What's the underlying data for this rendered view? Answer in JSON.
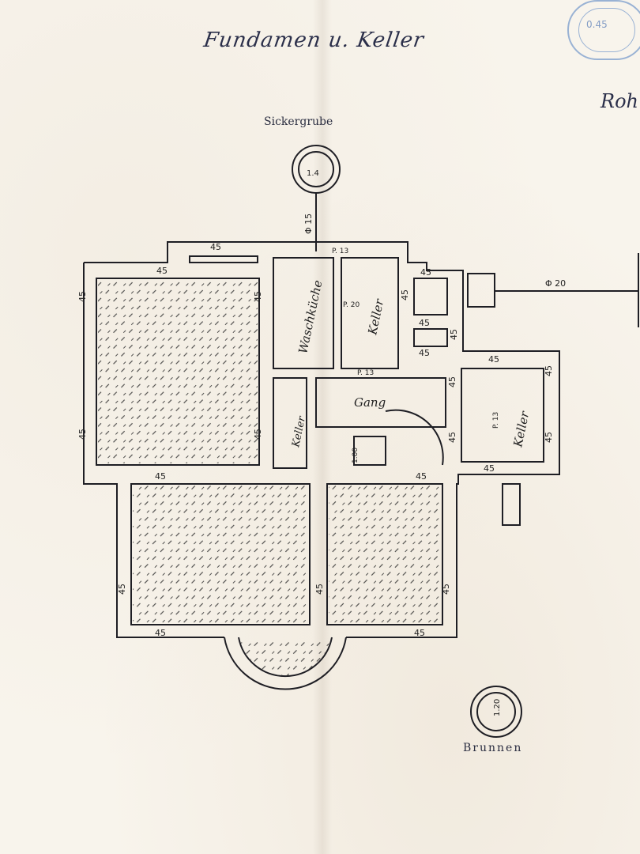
{
  "drawing": {
    "title": "Fundamen u. Keller",
    "corner_title": "Roh",
    "stamp_text": "0.45",
    "pit_label": "Sickergrube",
    "pit_diameter": "1.4",
    "well_label": "Brunnen",
    "well_diameter": "1.20",
    "pipe_top": "Φ 15",
    "pipe_right": "Φ 20"
  },
  "rooms": {
    "waschkueche": "Waschküche",
    "keller_top": "Keller",
    "gang": "Gang",
    "keller_left": "Keller",
    "keller_right": "Keller"
  },
  "dimensions": {
    "wall": "45",
    "beam_a": "P. 13",
    "beam_b": "P. 20",
    "stair": "1.00"
  }
}
